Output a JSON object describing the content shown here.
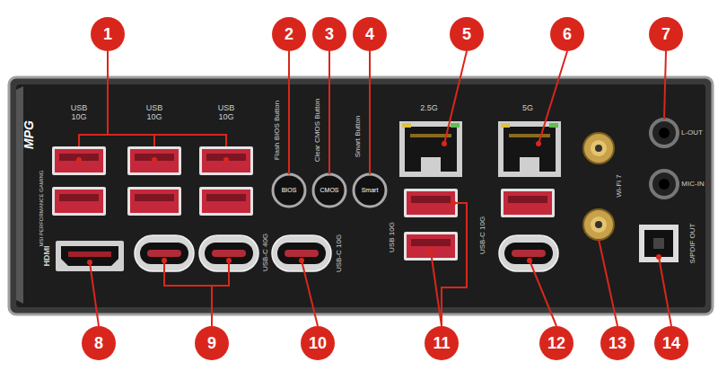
{
  "diagram": {
    "labels": [
      "1",
      "2",
      "3",
      "4",
      "5",
      "6",
      "7",
      "8",
      "9",
      "10",
      "11",
      "12",
      "13",
      "14",
      "USB 10G",
      "USB 10G",
      "USB 10G",
      "Flash BIOS Button",
      "Clear CMOS Button",
      "Smart Button",
      "BIOS",
      "CMOS",
      "Smart",
      "2.5G",
      "5G",
      "L-OUT",
      "MIC-IN",
      "Wi-Fi 7",
      "S/PDIF OUT",
      "HDMI",
      "USB-C 40G",
      "USB-C 10G",
      "USB 10G",
      "USB-C 10G",
      "MPG",
      "MSI PERFORMANCE GAMING"
    ]
  }
}
